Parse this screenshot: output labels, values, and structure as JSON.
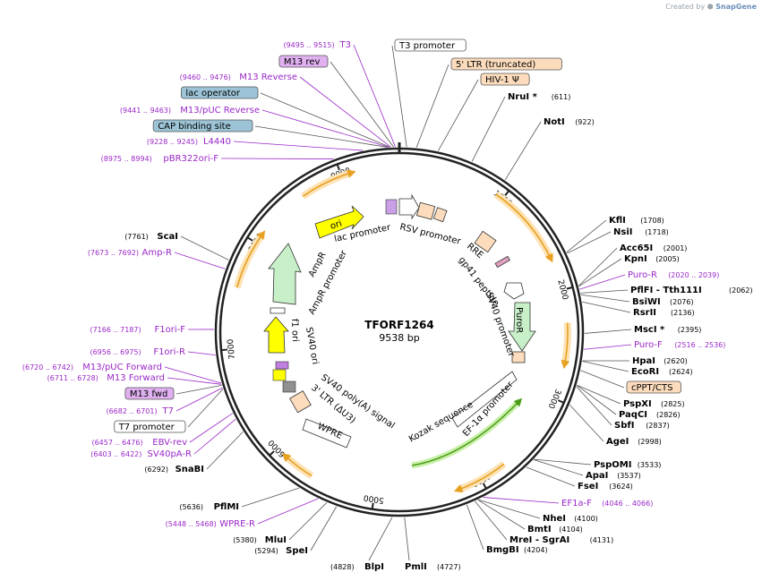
{
  "credit": {
    "prefix": "Created by",
    "brand": "SnapGene"
  },
  "plasmid": {
    "name": "TFORF1264",
    "size_label": "9538 bp",
    "length": 9538
  },
  "colors": {
    "enzyme": "#000000",
    "primer": "#9a27c8",
    "orange_feature": "#f0a030",
    "green_feature": "#7fc832",
    "promoter_fill": "#ffffff",
    "lavender_label": "#e0b0f0",
    "blue_label": "#9cc4d6",
    "peach_label": "#fcdcbc"
  },
  "ticks": [
    "1000",
    "2000",
    "3000",
    "4000",
    "5000",
    "6000",
    "7000",
    "8000",
    "9000"
  ],
  "inner_labels": [
    "lac promoter",
    "RSV promoter",
    "RRE",
    "gp41 peptide",
    "SV40 promoter",
    "PuroR",
    "EF-1α promoter",
    "Kozak sequence",
    "WPRE",
    "3' LTR (ΔU3)",
    "SV40 poly(A) signal",
    "SV40 ori",
    "f1 ori",
    "AmpR promoter",
    "AmpR",
    "ori"
  ],
  "left_labels": [
    {
      "pos": "(9495 .. 9515)",
      "name": "T3",
      "kind": "primer"
    },
    {
      "pos": "",
      "name": "M13 rev",
      "kind": "box-lavender"
    },
    {
      "pos": "(9460 .. 9476)",
      "name": "M13 Reverse",
      "kind": "primer"
    },
    {
      "pos": "",
      "name": "lac operator",
      "kind": "box-blue"
    },
    {
      "pos": "(9441 .. 9463)",
      "name": "M13/pUC Reverse",
      "kind": "primer"
    },
    {
      "pos": "",
      "name": "CAP binding site",
      "kind": "box-blue"
    },
    {
      "pos": "(9228 .. 9245)",
      "name": "L4440",
      "kind": "primer"
    },
    {
      "pos": "(8975 .. 8994)",
      "name": "pBR322ori-F",
      "kind": "primer"
    },
    {
      "pos": "(7761)",
      "name": "ScaI",
      "kind": "enzyme"
    },
    {
      "pos": "(7673 .. 7692)",
      "name": "Amp-R",
      "kind": "primer"
    },
    {
      "pos": "(7166 .. 7187)",
      "name": "F1ori-F",
      "kind": "primer"
    },
    {
      "pos": "(6956 .. 6975)",
      "name": "F1ori-R",
      "kind": "primer"
    },
    {
      "pos": "(6720 .. 6742)",
      "name": "M13/pUC Forward",
      "kind": "primer"
    },
    {
      "pos": "(6711 .. 6728)",
      "name": "M13 Forward",
      "kind": "primer"
    },
    {
      "pos": "",
      "name": "M13 fwd",
      "kind": "box-lavender"
    },
    {
      "pos": "(6682 .. 6701)",
      "name": "T7",
      "kind": "primer"
    },
    {
      "pos": "",
      "name": "T7 promoter",
      "kind": "box-white"
    },
    {
      "pos": "(6457 .. 6476)",
      "name": "EBV-rev",
      "kind": "primer"
    },
    {
      "pos": "(6403 .. 6422)",
      "name": "SV40pA-R",
      "kind": "primer"
    },
    {
      "pos": "(6292)",
      "name": "SnaBI",
      "kind": "enzyme"
    },
    {
      "pos": "(5636)",
      "name": "PflMI",
      "kind": "enzyme"
    },
    {
      "pos": "(5448 .. 5468)",
      "name": "WPRE-R",
      "kind": "primer"
    },
    {
      "pos": "(5380)",
      "name": "MluI",
      "kind": "enzyme"
    },
    {
      "pos": "(5294)",
      "name": "SpeI",
      "kind": "enzyme"
    }
  ],
  "right_labels": [
    {
      "name": "T3 promoter",
      "pos": "",
      "kind": "box-white"
    },
    {
      "name": "5' LTR (truncated)",
      "pos": "",
      "kind": "box-peach"
    },
    {
      "name": "HIV-1 Ψ",
      "pos": "",
      "kind": "box-peach"
    },
    {
      "name": "NruI *",
      "pos": "(611)",
      "kind": "enzyme"
    },
    {
      "name": "NotI",
      "pos": "(922)",
      "kind": "enzyme"
    },
    {
      "name": "KflI",
      "pos": "(1708)",
      "kind": "enzyme"
    },
    {
      "name": "NsiI",
      "pos": "(1718)",
      "kind": "enzyme"
    },
    {
      "name": "Acc65I",
      "pos": "(2001)",
      "kind": "enzyme"
    },
    {
      "name": "KpnI",
      "pos": "(2005)",
      "kind": "enzyme"
    },
    {
      "name": "Puro-R",
      "pos": "(2020 .. 2039)",
      "kind": "primer"
    },
    {
      "name": "PflFI - Tth111I",
      "pos": "(2062)",
      "kind": "enzyme"
    },
    {
      "name": "BsiWI",
      "pos": "(2076)",
      "kind": "enzyme"
    },
    {
      "name": "RsrII",
      "pos": "(2136)",
      "kind": "enzyme"
    },
    {
      "name": "MscI *",
      "pos": "(2395)",
      "kind": "enzyme"
    },
    {
      "name": "Puro-F",
      "pos": "(2516 .. 2536)",
      "kind": "primer"
    },
    {
      "name": "HpaI",
      "pos": "(2620)",
      "kind": "enzyme"
    },
    {
      "name": "EcoRI",
      "pos": "(2624)",
      "kind": "enzyme"
    },
    {
      "name": "cPPT/CTS",
      "pos": "",
      "kind": "box-peach"
    },
    {
      "name": "PspXI",
      "pos": "(2825)",
      "kind": "enzyme"
    },
    {
      "name": "PaqCI",
      "pos": "(2826)",
      "kind": "enzyme"
    },
    {
      "name": "SbfI",
      "pos": "(2837)",
      "kind": "enzyme"
    },
    {
      "name": "AgeI",
      "pos": "(2998)",
      "kind": "enzyme"
    },
    {
      "name": "PspOMI",
      "pos": "(3533)",
      "kind": "enzyme"
    },
    {
      "name": "ApaI",
      "pos": "(3537)",
      "kind": "enzyme"
    },
    {
      "name": "FseI",
      "pos": "(3624)",
      "kind": "enzyme"
    },
    {
      "name": "EF1a-F",
      "pos": "(4046 .. 4066)",
      "kind": "primer"
    },
    {
      "name": "NheI",
      "pos": "(4100)",
      "kind": "enzyme"
    },
    {
      "name": "BmtI",
      "pos": "(4104)",
      "kind": "enzyme"
    },
    {
      "name": "MreI - SgrAI",
      "pos": "(4131)",
      "kind": "enzyme"
    },
    {
      "name": "BmgBI",
      "pos": "(4204)",
      "kind": "enzyme"
    }
  ],
  "bottom_labels": [
    {
      "name": "BlpI",
      "pos": "(4828)",
      "kind": "enzyme"
    },
    {
      "name": "PmlI",
      "pos": "(4727)",
      "kind": "enzyme"
    }
  ]
}
